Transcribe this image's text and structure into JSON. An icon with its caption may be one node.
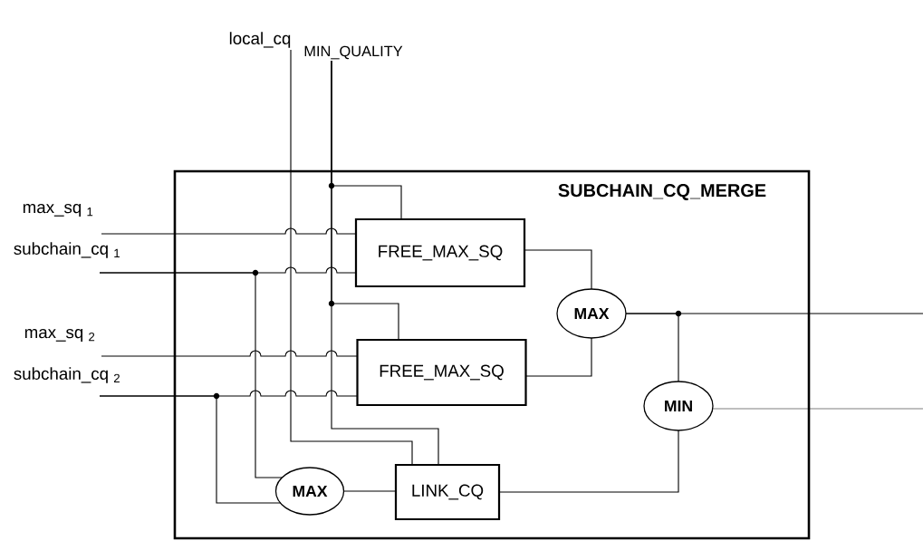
{
  "diagram": {
    "nodes": [
      {
        "text": [
          "SUBCHAIN_CQ_MERGE"
        ]
      },
      {
        "text": [
          "FREE_MAX_SQ"
        ],
        "in": 0
      },
      {
        "text": [
          "FREE_MAX_SQ"
        ],
        "in": 0
      },
      {
        "text": [
          "MAX"
        ],
        "in": 0
      },
      {
        "text": [
          "MIN"
        ],
        "in": 0
      },
      {
        "text": [
          "MAX"
        ],
        "in": 0
      },
      {
        "text": [
          "LINK_CQ"
        ],
        "in": 0
      },
      {
        "text": [
          "local_cq"
        ]
      },
      {
        "text": [
          "MIN_QUALITY"
        ]
      },
      {
        "text": [
          "max_sq $_{1}$"
        ]
      },
      {
        "text": [
          "subchain_cq $_{1}$"
        ]
      },
      {
        "text": [
          "max_sq $_{2}$"
        ]
      },
      {
        "text": [
          "subchain_cq $_{2}$"
        ]
      }
    ],
    "edges": [
      {
        "from": 9,
        "to": 1,
        "arrow": "none"
      },
      {
        "from": 10,
        "to": 1,
        "arrow": "none"
      },
      {
        "from": 8,
        "to": 1,
        "arrow": "none"
      },
      {
        "from": 11,
        "to": 2,
        "arrow": "none"
      },
      {
        "from": 12,
        "to": 2,
        "arrow": "none"
      },
      {
        "from": 8,
        "to": 2,
        "arrow": "none"
      },
      {
        "from": 7,
        "to": 6,
        "arrow": "none"
      },
      {
        "from": 8,
        "to": 6,
        "arrow": "none"
      },
      {
        "from": 10,
        "to": 5,
        "arrow": "none"
      },
      {
        "from": 12,
        "to": 5,
        "arrow": "none"
      },
      {
        "from": 5,
        "to": 6,
        "arrow": "none"
      },
      {
        "from": 1,
        "to": 3,
        "arrow": "none"
      },
      {
        "from": 2,
        "to": 3,
        "arrow": "none"
      },
      {
        "from": 3,
        "to": null,
        "arrow": "none"
      },
      {
        "from": 3,
        "to": 4,
        "arrow": "none"
      },
      {
        "from": 6,
        "to": 4,
        "arrow": "none"
      },
      {
        "from": 4,
        "to": null,
        "arrow": "none"
      }
    ]
  }
}
